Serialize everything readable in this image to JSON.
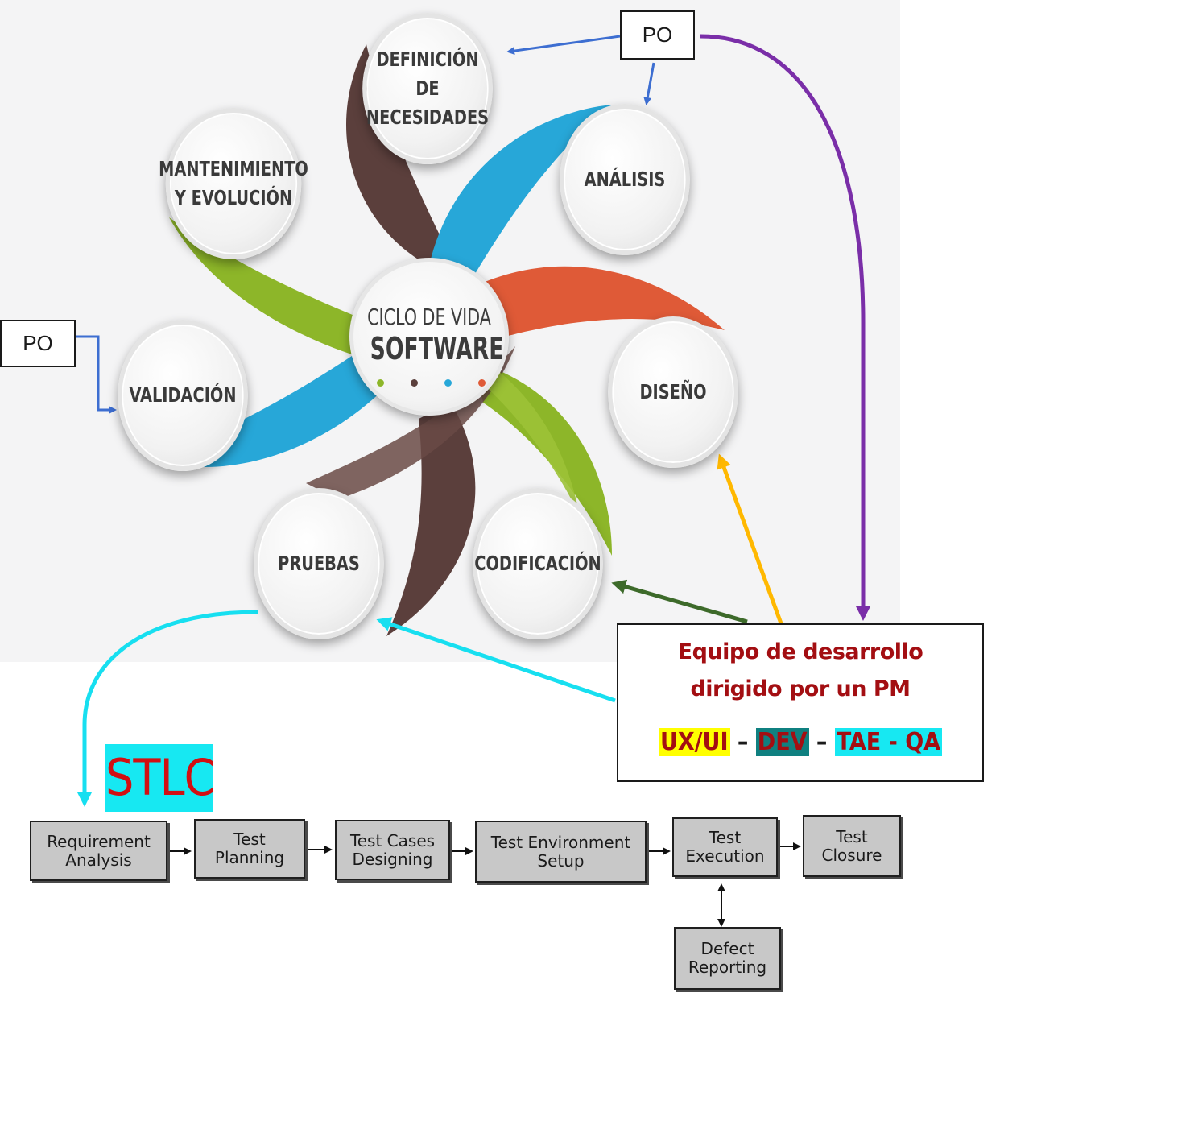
{
  "sdlc": {
    "center": {
      "top_text": "CICLO DE VIDA",
      "main_text": "SOFTWARE",
      "dot_colors": [
        "#8db629",
        "#5b3f3c",
        "#27a7d8",
        "#df5a37"
      ]
    },
    "stages": [
      {
        "id": "definicion",
        "label": "DEFINICIÓN DE\nNECESIDADES",
        "ribbon_color": "#5b3f3c"
      },
      {
        "id": "analisis",
        "label": "ANÁLISIS",
        "ribbon_color": "#27a7d8"
      },
      {
        "id": "diseno",
        "label": "DISEÑO",
        "ribbon_color": "#df5a37"
      },
      {
        "id": "codificacion",
        "label": "CODIFICACIÓN",
        "ribbon_color": "#8db629"
      },
      {
        "id": "pruebas",
        "label": "PRUEBAS",
        "ribbon_color": "#5b3f3c"
      },
      {
        "id": "validacion",
        "label": "VALIDACIÓN",
        "ribbon_color": "#27a7d8"
      },
      {
        "id": "mantenimiento",
        "label": "MANTENIMIENTO\nY EVOLUCIÓN",
        "ribbon_color": "#8db629"
      }
    ]
  },
  "po_boxes": [
    {
      "id": "po-top",
      "label": "PO"
    },
    {
      "id": "po-left",
      "label": "PO"
    }
  ],
  "team": {
    "line1": "Equipo de desarrollo",
    "line2": "dirigido por un PM",
    "roles": [
      {
        "label": "UX/UI",
        "highlight": "#ffff00"
      },
      {
        "label": "DEV",
        "highlight": "#0f8080"
      },
      {
        "label": "TAE - QA",
        "highlight": "#17e8f2"
      }
    ],
    "separator": "–"
  },
  "stlc": {
    "label": "STLC",
    "steps": [
      {
        "id": "req",
        "label": "Requirement\nAnalysis"
      },
      {
        "id": "plan",
        "label": "Test\nPlanning"
      },
      {
        "id": "cases",
        "label": "Test Cases\nDesigning"
      },
      {
        "id": "env",
        "label": "Test Environment\nSetup"
      },
      {
        "id": "exec",
        "label": "Test\nExecution"
      },
      {
        "id": "closure",
        "label": "Test\nClosure"
      },
      {
        "id": "defect",
        "label": "Defect\nReporting"
      }
    ]
  },
  "arrow_colors": {
    "po": "#3d6ed1",
    "team_to_analisis": "#7a2ea8",
    "team_to_diseno": "#ffb800",
    "team_to_codificacion": "#3d6a2a",
    "cyan": "#17dff0",
    "stlc": "#111111"
  }
}
